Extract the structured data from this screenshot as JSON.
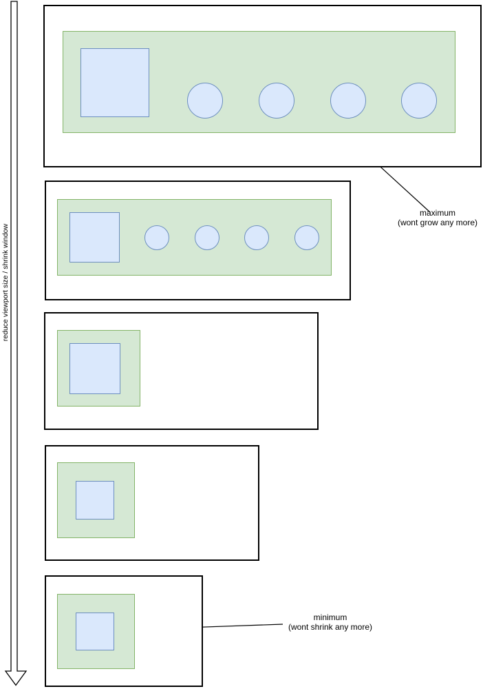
{
  "diagram": {
    "axis_label": "reduce viewport size / shrink window",
    "annotations": {
      "maximum": {
        "line1": "maximum",
        "line2": "(wont grow any more)"
      },
      "minimum": {
        "line1": "minimum",
        "line2": "(wont shrink any more)"
      }
    },
    "stages": [
      {
        "name": "stage-1-maximum",
        "squares": 1,
        "circles": 4
      },
      {
        "name": "stage-2",
        "squares": 1,
        "circles": 4
      },
      {
        "name": "stage-3",
        "squares": 1,
        "circles": 0
      },
      {
        "name": "stage-4",
        "squares": 1,
        "circles": 0
      },
      {
        "name": "stage-5-minimum",
        "squares": 1,
        "circles": 0
      }
    ],
    "colors": {
      "background": "#ffffff",
      "viewport_stroke": "#000000",
      "content_fill": "#d5e8d4",
      "content_stroke": "#82b366",
      "item_fill": "#dae8fc",
      "item_stroke": "#6c8ebf",
      "arrow_color": "#000000"
    }
  }
}
